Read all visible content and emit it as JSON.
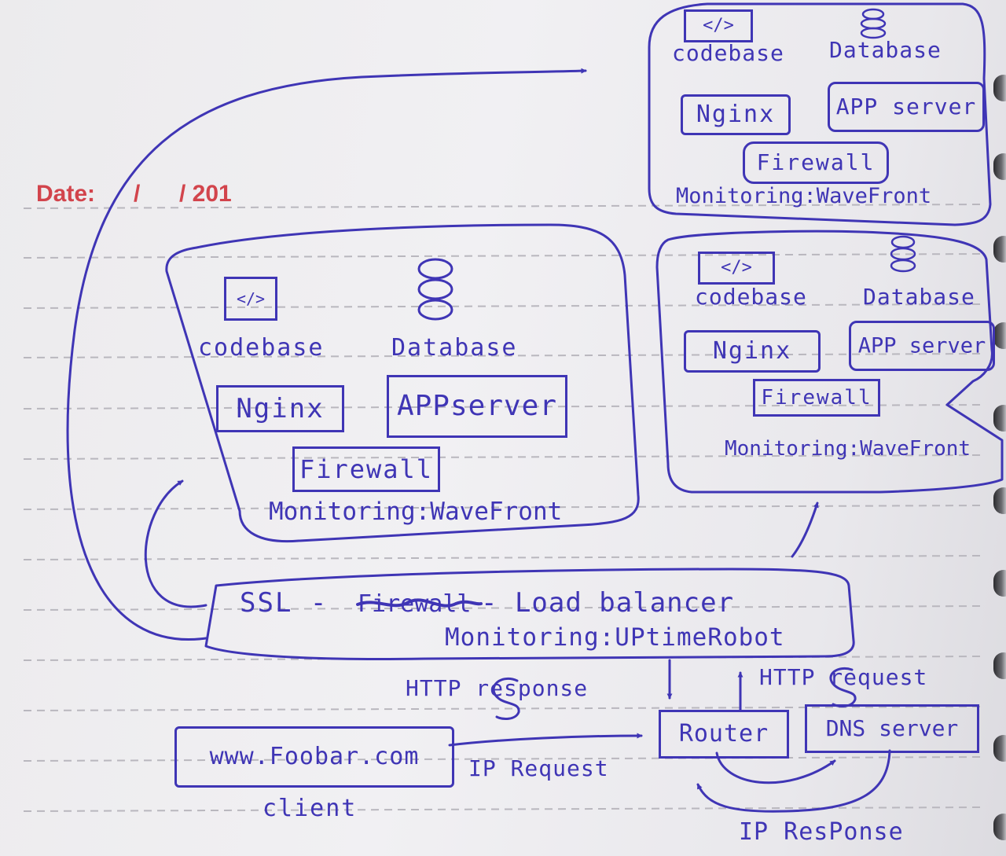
{
  "header": {
    "date_label": "Date:",
    "date_sep_1": "/",
    "date_sep_2": "/ 201"
  },
  "servers": [
    {
      "codebase_icon": "</>",
      "codebase_label": "codebase",
      "database_label": "Database",
      "nginx_label": "Nginx",
      "app_server_label": "APPserver",
      "firewall_label": "Firewall",
      "monitoring_label": "Monitoring:WaveFront"
    },
    {
      "codebase_icon": "</>",
      "codebase_label": "codebase",
      "database_label": "Database",
      "nginx_label": "Nginx",
      "app_server_label": "APP server",
      "firewall_label": "Firewall",
      "monitoring_label": "Monitoring:WaveFront"
    },
    {
      "codebase_icon": "</>",
      "codebase_label": "codebase",
      "database_label": "Database",
      "nginx_label": "Nginx",
      "app_server_label": "APP server",
      "firewall_label": "Firewall",
      "monitoring_label": "Monitoring:WaveFront"
    }
  ],
  "load_balancer": {
    "line1_prefix": "SSL -",
    "struck_text": "Firewall",
    "line1_suffix": "- Load balancer",
    "monitoring_label": "Monitoring:UPtimeRobot"
  },
  "edges": {
    "http_response": "HTTP  response",
    "http_request": "HTTP  request",
    "ip_request": "IP Request",
    "ip_response": "IP ResPonse"
  },
  "client": {
    "url_label": "www.Foobar.com",
    "caption": "client"
  },
  "router": {
    "label": "Router"
  },
  "dns_server": {
    "label": "DNS server"
  },
  "colors": {
    "ink": "#3f35b5",
    "date_red": "#d2444c",
    "paper": "#eeedf0"
  }
}
